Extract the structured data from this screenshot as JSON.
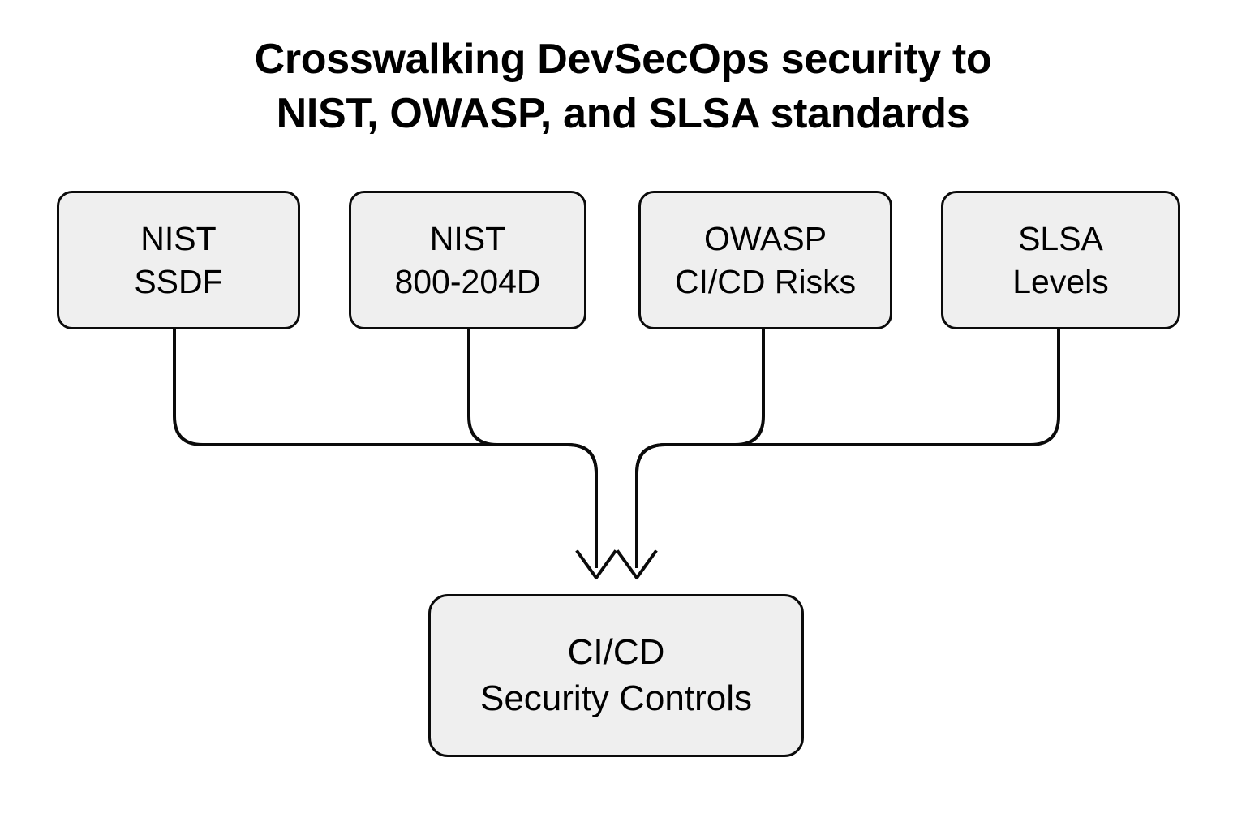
{
  "title": "Crosswalking DevSecOps security to\nNIST, OWASP, and SLSA standards",
  "colors": {
    "background": "#ffffff",
    "node_fill": "#efefef",
    "node_border": "#0b0b0b",
    "edge": "#0b0b0b",
    "text": "#000000"
  },
  "diagram": {
    "type": "flowchart",
    "direction": "top-to-bottom",
    "sources": [
      {
        "id": "nist-ssdf",
        "label": "NIST\nSSDF"
      },
      {
        "id": "nist-800-204d",
        "label": "NIST\n800-204D"
      },
      {
        "id": "owasp-cicd-risks",
        "label": "OWASP\nCI/CD Risks"
      },
      {
        "id": "slsa-levels",
        "label": "SLSA\nLevels"
      }
    ],
    "target": {
      "id": "cicd-security-controls",
      "label": "CI/CD\nSecurity Controls"
    },
    "edges": [
      {
        "from": "nist-ssdf",
        "to": "cicd-security-controls",
        "arrow": true
      },
      {
        "from": "nist-800-204d",
        "to": "cicd-security-controls",
        "arrow": true
      },
      {
        "from": "owasp-cicd-risks",
        "to": "cicd-security-controls",
        "arrow": true
      },
      {
        "from": "slsa-levels",
        "to": "cicd-security-controls",
        "arrow": true
      }
    ]
  }
}
